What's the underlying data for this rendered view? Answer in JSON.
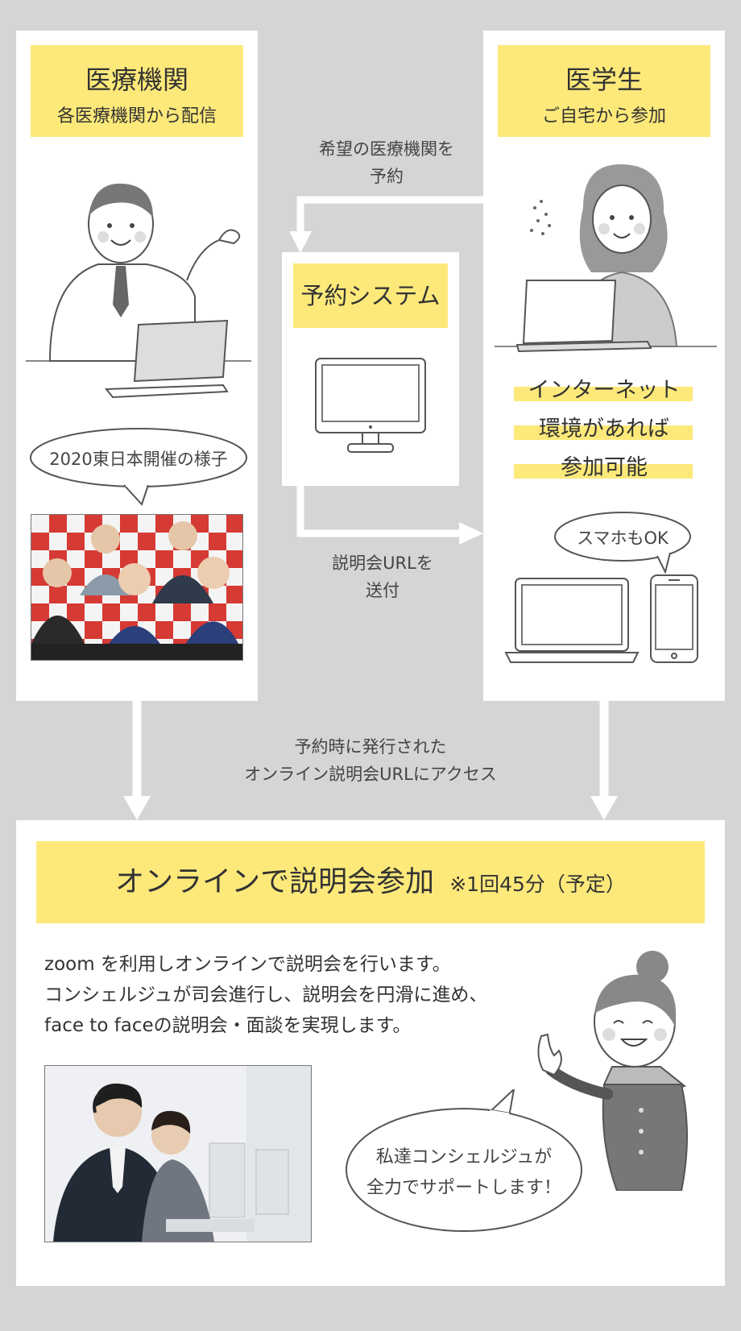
{
  "medical_institution": {
    "title": "医療機関",
    "subtitle": "各医療機関から配信",
    "bubble": "2020東日本開催の様子"
  },
  "medical_student": {
    "title": "医学生",
    "subtitle": "ご自宅から参加",
    "highlight_lines": [
      "インターネット",
      "環境があれば",
      "参加可能"
    ],
    "bubble": "スマホもOK"
  },
  "reservation_system": {
    "title": "予約システム"
  },
  "flows": {
    "reserve_lines": [
      "希望の医療機関を",
      "予約"
    ],
    "send_url_lines": [
      "説明会URLを",
      "送付"
    ],
    "access_lines": [
      "予約時に発行された",
      "オンライン説明会URLにアクセス"
    ]
  },
  "online_session": {
    "title": "オンラインで説明会参加",
    "note": "※1回45分（予定）",
    "description_lines": [
      "zoom を利用しオンラインで説明会を行います。",
      "コンシェルジュが司会進行し、説明会を円滑に進め、",
      "face to faceの説明会・面談を実現します。"
    ],
    "concierge_bubble_lines": [
      "私達コンシェルジュが",
      "全力でサポートします！"
    ]
  },
  "colors": {
    "background": "#d5d5d5",
    "panel": "#ffffff",
    "accent_yellow": "#fde97a",
    "text": "#333333"
  }
}
